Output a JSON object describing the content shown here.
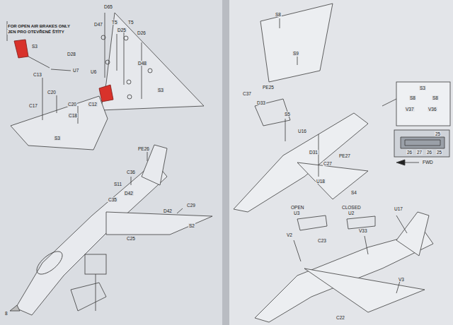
{
  "diagram": {
    "labels": [
      "FOR OPEN AIR BRAKES ONLY",
      "JEN PRO OTEVŘENÉ ŠTÍTY",
      "S3",
      "D65",
      "D47",
      "T5",
      "D25",
      "T5",
      "D26",
      "D28",
      "D48",
      "U7",
      "U6",
      "S3",
      "C13",
      "C20",
      "C17",
      "C20",
      "C12",
      "C18",
      "S3",
      "PE26",
      "C36",
      "S11",
      "D42",
      "C35",
      "C29",
      "D42",
      "C25",
      "S2",
      "8",
      "S8",
      "S9",
      "PE25",
      "C37",
      "D33",
      "S5",
      "U16",
      "D31",
      "PE27",
      "C27",
      "U18",
      "S4",
      "S3",
      "S8",
      "S8",
      "V37",
      "V36",
      "25",
      "26",
      "27",
      "26",
      "25",
      "FWD",
      "OPEN",
      "U3",
      "CLOSED",
      "U2",
      "U17",
      "V2",
      "C23",
      "V33",
      "V3",
      "C22"
    ]
  }
}
